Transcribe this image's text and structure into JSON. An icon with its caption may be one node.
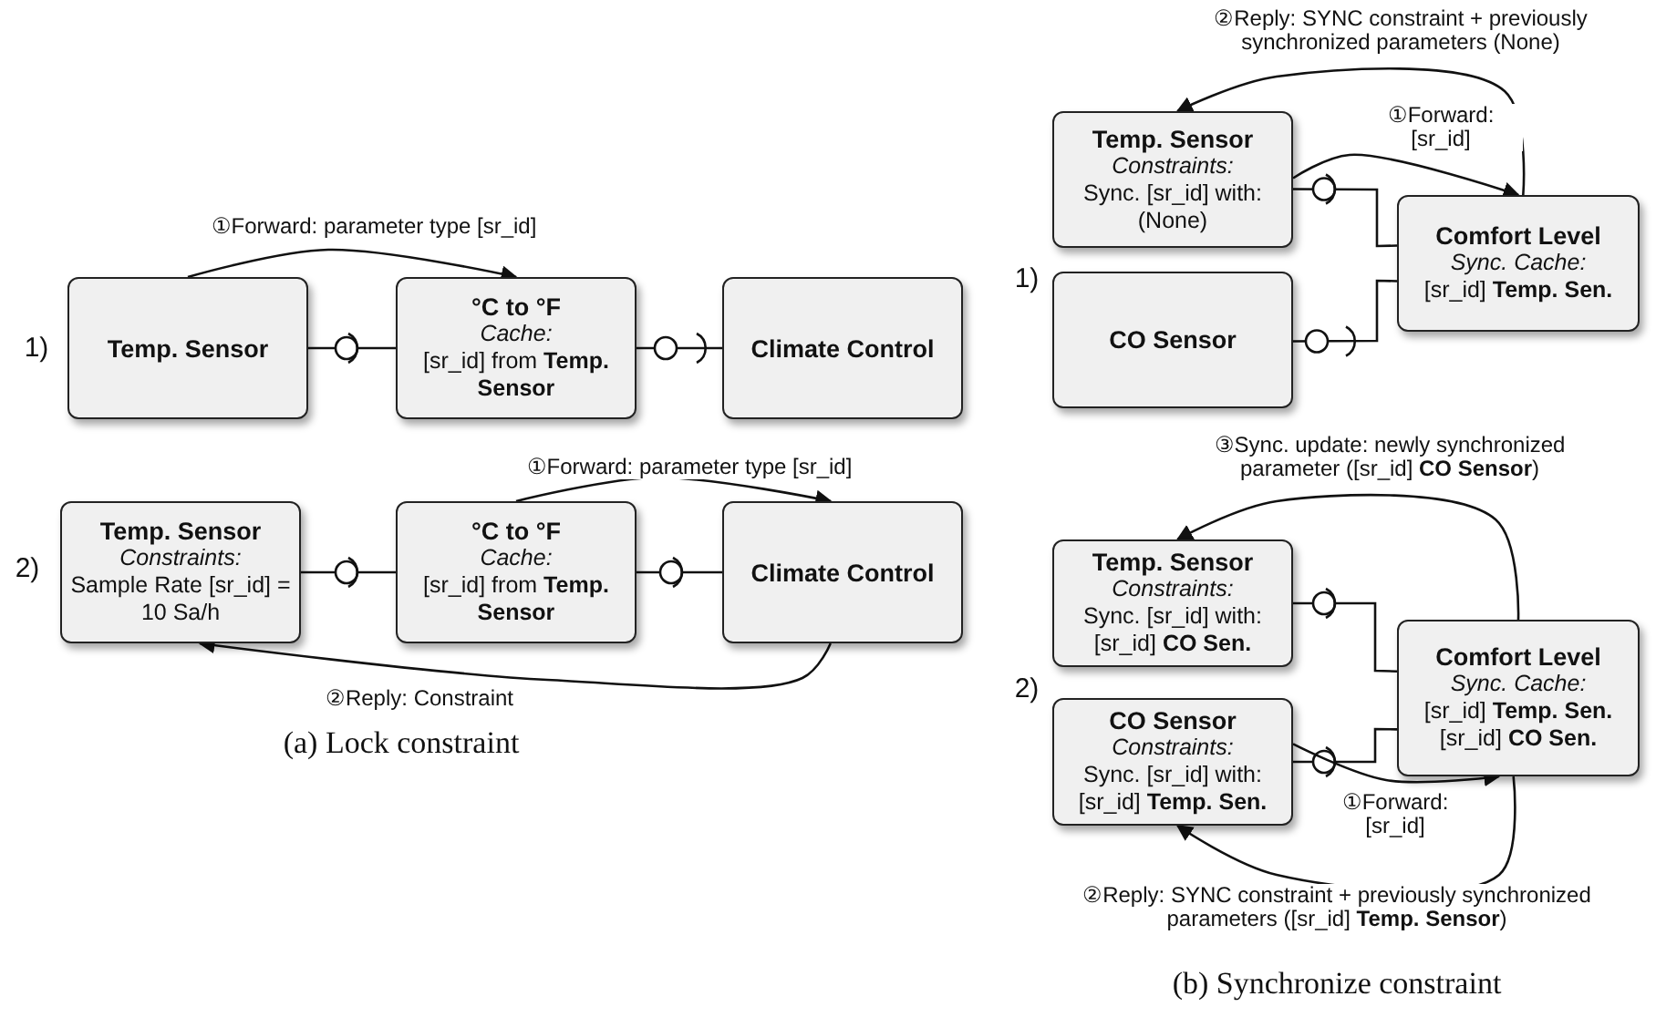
{
  "diagram": {
    "nodes": [
      {
        "text": [
          "Temp. Sensor"
        ]
      },
      {
        "text": [
          "°C to °F",
          "Cache:",
          "[sr_id] from **Temp. Sensor**"
        ]
      },
      {
        "text": [
          "Climate Control"
        ]
      },
      {
        "text": [
          "Temp. Sensor",
          "Constraints:",
          "Sample Rate [sr_id] = 10 Sa/h"
        ]
      },
      {
        "text": [
          "°C to °F",
          "Cache:",
          "[sr_id] from **Temp. Sensor**"
        ]
      },
      {
        "text": [
          "Climate Control"
        ]
      },
      {
        "text": [
          "Temp. Sensor",
          "Constraints:",
          "Sync. [sr_id] with: (None)"
        ]
      },
      {
        "text": [
          "CO Sensor"
        ]
      },
      {
        "text": [
          "Comfort Level",
          "Sync. Cache:",
          "[sr_id] **Temp. Sen.**"
        ]
      },
      {
        "text": [
          "Temp. Sensor",
          "Constraints:",
          "Sync. [sr_id] with: [sr_id] **CO Sen.**"
        ]
      },
      {
        "text": [
          "CO Sensor",
          "Constraints:",
          "Sync. [sr_id] with: [sr_id] **Temp. Sen.**"
        ]
      },
      {
        "text": [
          "Comfort Level",
          "Sync. Cache:",
          "[sr_id] **Temp. Sen.** [sr_id] **CO Sen.**"
        ]
      }
    ],
    "edges": [
      {
        "from": 0,
        "to": 1,
        "arrow": "to",
        "label": "①Forward: parameter type [sr_id]"
      },
      {
        "from": 0,
        "to": 1,
        "arrow": "none"
      },
      {
        "from": 1,
        "to": 2,
        "arrow": "none"
      },
      {
        "from": 4,
        "to": 5,
        "arrow": "to",
        "label": "①Forward: parameter type [sr_id]"
      },
      {
        "from": 5,
        "to": 3,
        "arrow": "to",
        "label": "②Reply: Constraint"
      },
      {
        "from": 3,
        "to": 4,
        "arrow": "none"
      },
      {
        "from": 4,
        "to": 5,
        "arrow": "none"
      },
      {
        "from": 6,
        "to": 8,
        "arrow": "to",
        "label": "①Forward: [sr_id]"
      },
      {
        "from": 8,
        "to": 6,
        "arrow": "to",
        "label": "②Reply: SYNC constraint + previously synchronized parameters (None)"
      },
      {
        "from": 6,
        "to": 8,
        "arrow": "none"
      },
      {
        "from": 7,
        "to": 8,
        "arrow": "none"
      },
      {
        "from": 11,
        "to": 9,
        "arrow": "to",
        "label": "③Sync. update: newly synchronized parameter ([sr_id] **CO Sensor**)"
      },
      {
        "from": 9,
        "to": 11,
        "arrow": "none"
      },
      {
        "from": 10,
        "to": 11,
        "arrow": "none"
      },
      {
        "from": 10,
        "to": 11,
        "arrow": "to",
        "label": "①Forward: [sr_id]"
      },
      {
        "from": 11,
        "to": 10,
        "arrow": "to",
        "label": "②Reply: SYNC constraint + previously synchronized parameters ([sr_id] **Temp. Sensor**)"
      }
    ],
    "labels": [
      "1)",
      "2)",
      "(a) Lock constraint",
      "1)",
      "2)",
      "(b) Synchronize constraint"
    ]
  }
}
